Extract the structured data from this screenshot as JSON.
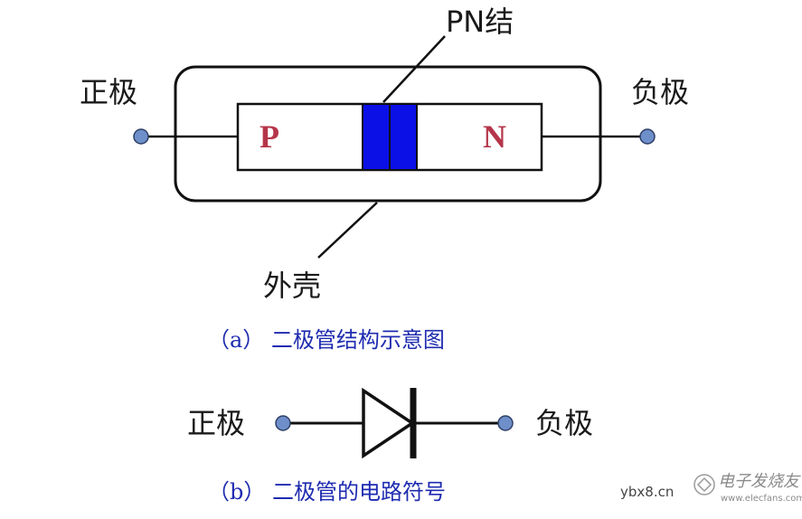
{
  "diagram_a": {
    "left_terminal_label": "正极",
    "right_terminal_label": "负极",
    "junction_label": "PN结",
    "shell_label": "外壳",
    "p_region_label": "P",
    "n_region_label": "N",
    "caption": "（a） 二极管结构示意图"
  },
  "diagram_b": {
    "left_terminal_label": "正极",
    "right_terminal_label": "负极",
    "caption": "（b） 二极管的电路符号"
  },
  "watermark": {
    "site": "ybx8.cn",
    "brand": "电子发烧友",
    "brand_url": "www.elecfans.com"
  },
  "colors": {
    "junction_fill": "#0a10e6",
    "caption_text": "#1e2bb0",
    "region_text": "#b5354a",
    "terminal_dot": "#6e8fc9"
  }
}
